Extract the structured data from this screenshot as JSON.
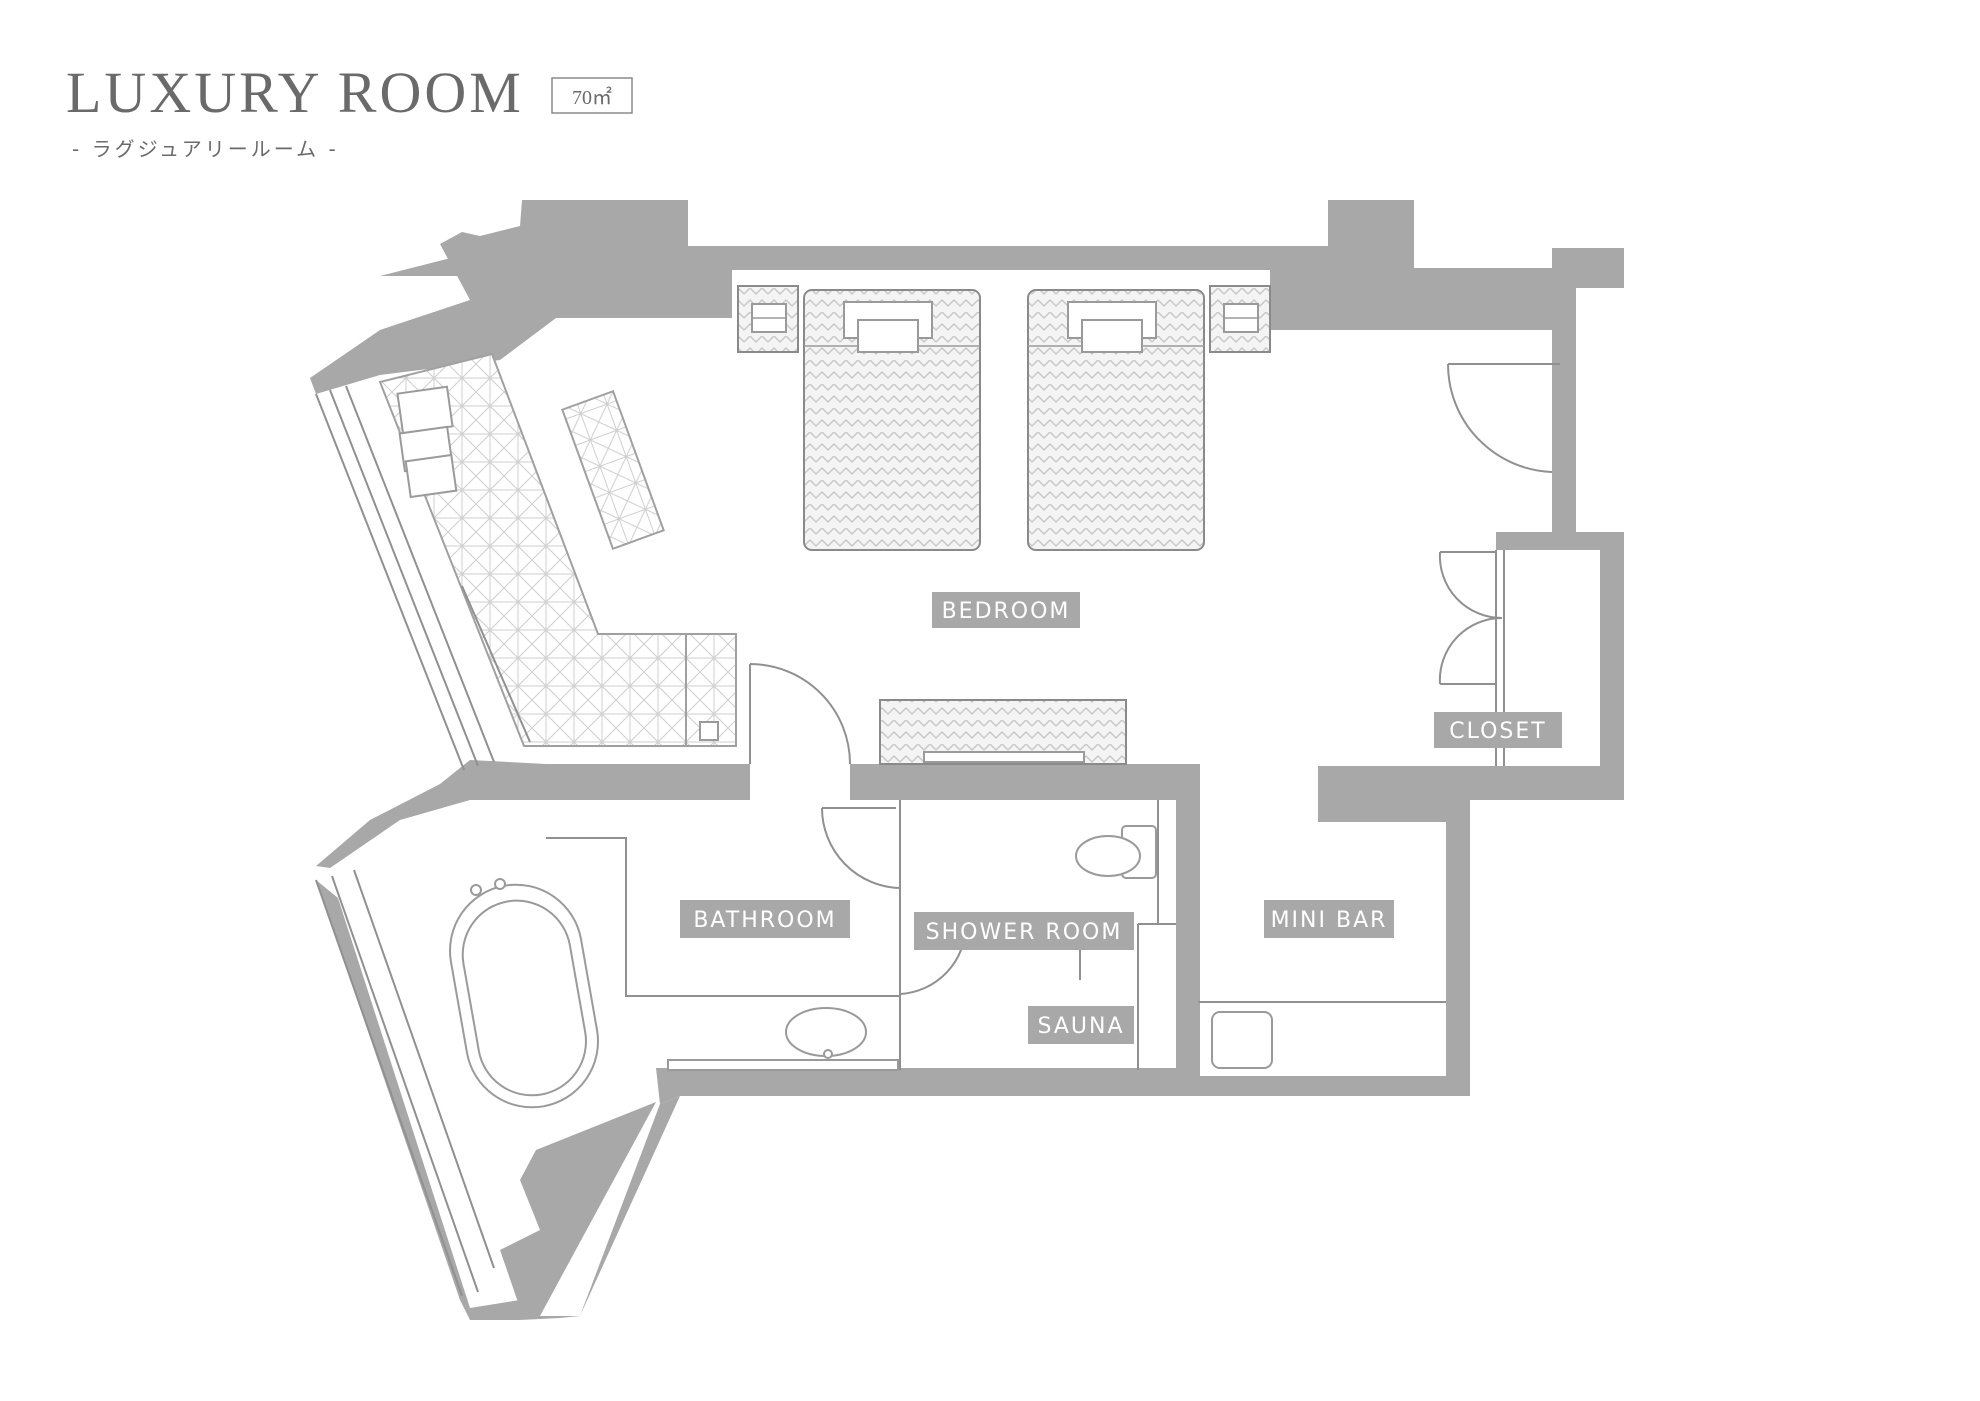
{
  "title": {
    "main": "LUXURY ROOM",
    "area": "70㎡",
    "subtitle": "- ラグジュアリールーム -"
  },
  "rooms": {
    "bedroom": "BEDROOM",
    "closet": "CLOSET",
    "bathroom": "BATHROOM",
    "shower_room": "SHOWER ROOM",
    "sauna": "SAUNA",
    "mini_bar": "MINI BAR"
  },
  "colors": {
    "wall": "#a8a8a8",
    "line": "#909090",
    "label_background": "#a8a8a8",
    "label_text": "#ffffff",
    "title_text": "#6a6a6a"
  }
}
